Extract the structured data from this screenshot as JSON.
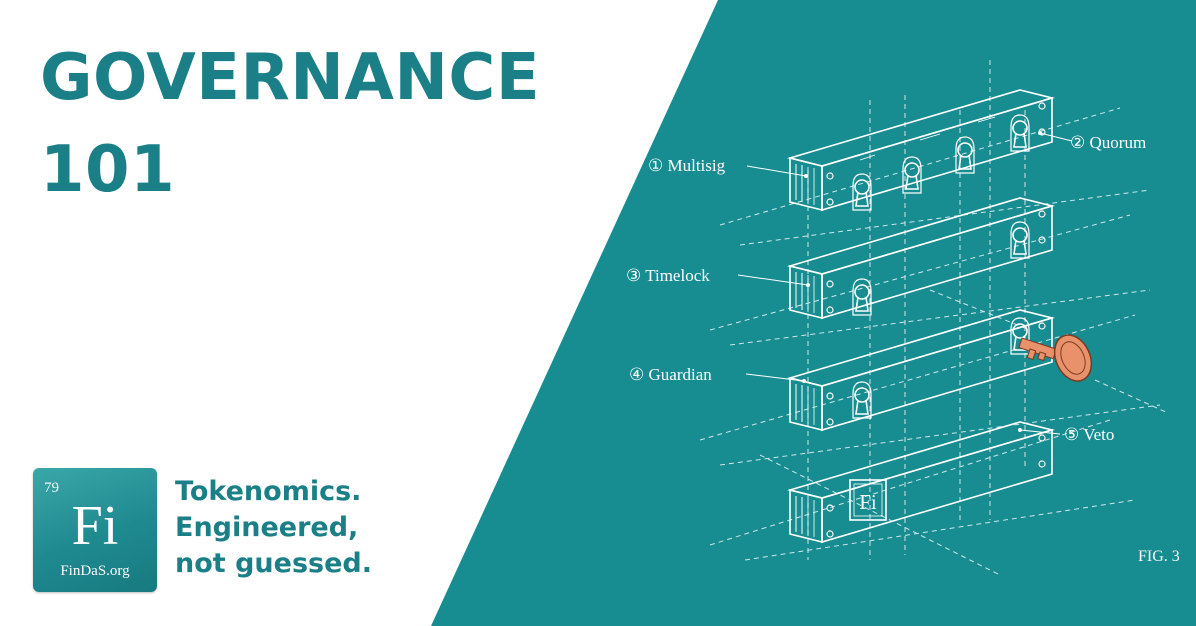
{
  "headline": {
    "line1": "GOVERNANCE",
    "line2": "101"
  },
  "logo": {
    "number": "79",
    "symbol": "Fi",
    "site": "FinDaS.org"
  },
  "tagline": [
    "Tokenomics.",
    "Engineered,",
    "not guessed."
  ],
  "figure": {
    "callouts": [
      {
        "mark": "①",
        "text": "Multisig"
      },
      {
        "mark": "②",
        "text": "Quorum"
      },
      {
        "mark": "③",
        "text": "Timelock"
      },
      {
        "mark": "④",
        "text": "Guardian"
      },
      {
        "mark": "⑤",
        "text": "Veto"
      }
    ],
    "engraving": "Fi",
    "label": "FIG. 3"
  },
  "colors": {
    "teal": "#178c91",
    "accent_teal": "#1a7f86",
    "key": "#e8916a",
    "line": "#ffffff"
  }
}
